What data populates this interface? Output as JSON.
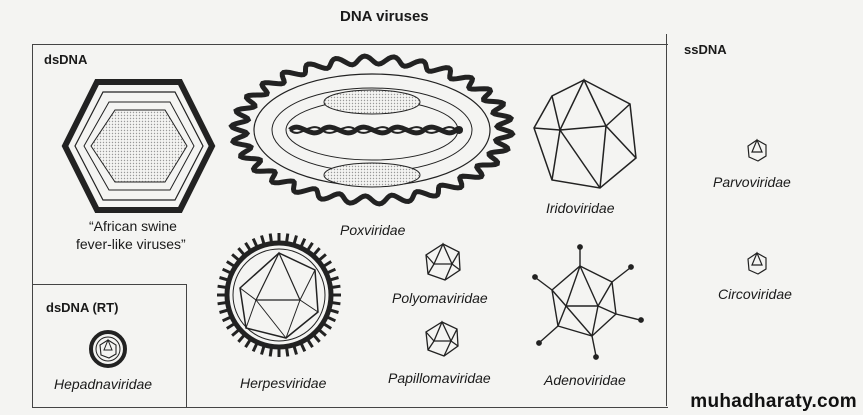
{
  "title": "DNA viruses",
  "groups": {
    "dsdna": "dsDNA",
    "ssdna": "ssDNA",
    "dsdna_rt": "dsDNA (RT)"
  },
  "families": {
    "asfv_line1": "“African swine",
    "asfv_line2": "fever-like viruses”",
    "poxviridae": "Poxviridae",
    "iridoviridae": "Iridoviridae",
    "herpesviridae": "Herpesviridae",
    "polyomaviridae": "Polyomaviridae",
    "papillomaviridae": "Papillomaviridae",
    "adenoviridae": "Adenoviridae",
    "parvoviridae": "Parvoviridae",
    "circoviridae": "Circoviridae",
    "hepadnaviridae": "Hepadnaviridae"
  },
  "watermark": "muhadharaty.com"
}
